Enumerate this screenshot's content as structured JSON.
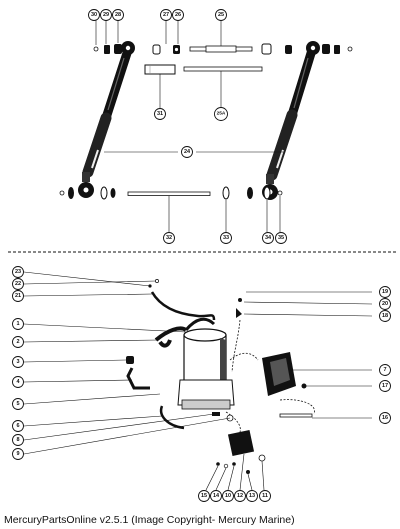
{
  "top_assembly": {
    "callouts": [
      "30",
      "29",
      "28",
      "27",
      "26",
      "25",
      "31",
      "25A",
      "24",
      "32",
      "33",
      "34",
      "35"
    ]
  },
  "pump_assembly": {
    "callouts": [
      "23",
      "22",
      "21",
      "1",
      "2",
      "3",
      "4",
      "5",
      "6",
      "8",
      "9",
      "19",
      "20",
      "18",
      "7",
      "17",
      "16",
      "15",
      "14",
      "10",
      "12",
      "13",
      "11"
    ]
  },
  "footer": {
    "text": "MercuryPartsOnline v2.5.1 (Image Copyright- Mercury Marine)"
  }
}
